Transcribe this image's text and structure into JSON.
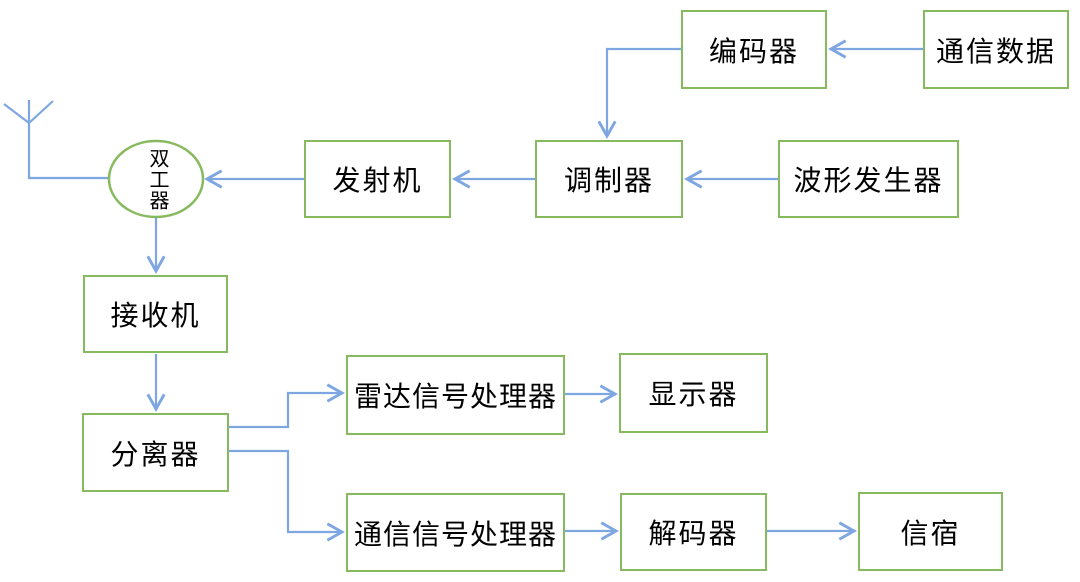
{
  "diagram": {
    "type": "flowchart",
    "description": "Radar-communication integrated system block diagram",
    "colors": {
      "node_border": "#87b95f",
      "connector": "#7ea6e0",
      "label_text": "#000000",
      "background": "#ffffff"
    },
    "nodes": {
      "comm_data": {
        "label": "通信数据"
      },
      "encoder": {
        "label": "编码器"
      },
      "waveform_generator": {
        "label": "波形发生器"
      },
      "modulator": {
        "label": "调制器"
      },
      "transmitter": {
        "label": "发射机"
      },
      "duplexer": {
        "label": "双工器"
      },
      "receiver": {
        "label": "接收机"
      },
      "splitter": {
        "label": "分离器"
      },
      "radar_signal_processor": {
        "label": "雷达信号处理器"
      },
      "display": {
        "label": "显示器"
      },
      "comm_signal_processor": {
        "label": "通信信号处理器"
      },
      "decoder": {
        "label": "解码器"
      },
      "sink": {
        "label": "信宿"
      }
    },
    "edges": [
      {
        "from": "comm_data",
        "to": "encoder"
      },
      {
        "from": "encoder",
        "to": "modulator"
      },
      {
        "from": "waveform_generator",
        "to": "modulator"
      },
      {
        "from": "modulator",
        "to": "transmitter"
      },
      {
        "from": "transmitter",
        "to": "duplexer"
      },
      {
        "from": "antenna",
        "to": "duplexer"
      },
      {
        "from": "duplexer",
        "to": "receiver"
      },
      {
        "from": "receiver",
        "to": "splitter"
      },
      {
        "from": "splitter",
        "to": "radar_signal_processor"
      },
      {
        "from": "splitter",
        "to": "comm_signal_processor"
      },
      {
        "from": "radar_signal_processor",
        "to": "display"
      },
      {
        "from": "comm_signal_processor",
        "to": "decoder"
      },
      {
        "from": "decoder",
        "to": "sink"
      }
    ]
  }
}
